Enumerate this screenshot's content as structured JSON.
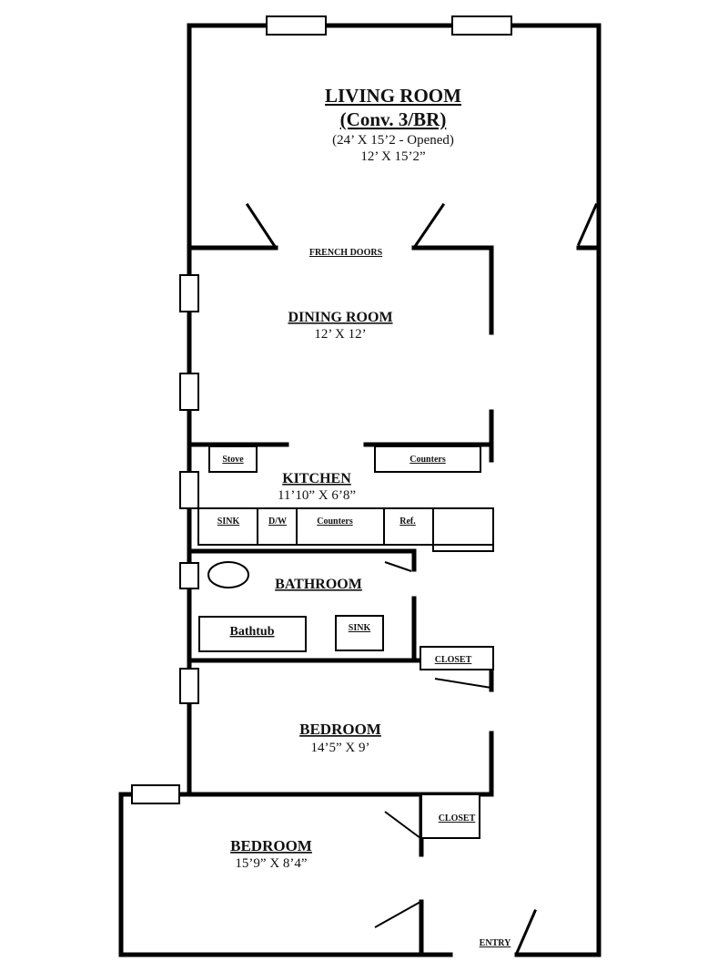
{
  "rooms": {
    "living": {
      "name": "LIVING ROOM",
      "sub": "(Conv. 3/BR)",
      "dims_opened": "(24’ X 15’2 - Opened)",
      "dims": "12’ X 15’2”"
    },
    "french_doors": "FRENCH DOORS",
    "dining": {
      "name": "DINING ROOM",
      "dims": "12’ X 12’"
    },
    "kitchen": {
      "name": "KITCHEN",
      "dims": "11’10” X 6’8”"
    },
    "bathroom": {
      "name": "BATHROOM"
    },
    "bedroom1": {
      "name": "BEDROOM",
      "dims": "14’5” X 9’"
    },
    "bedroom2": {
      "name": "BEDROOM",
      "dims": "15’9” X 8’4”"
    },
    "entry": "ENTRY"
  },
  "fixtures": {
    "stove": "Stove",
    "counters_top": "Counters",
    "sink_kitchen": "SINK",
    "dishwasher": "D/W",
    "counters_row": "Counters",
    "fridge": "Ref.",
    "bathtub": "Bathtub",
    "sink_bath": "SINK",
    "closet1": "CLOSET",
    "closet2": "CLOSET"
  }
}
